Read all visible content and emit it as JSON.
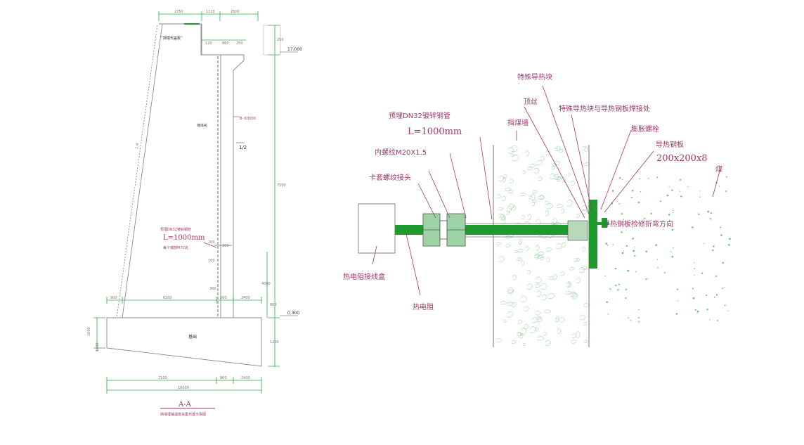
{
  "colors": {
    "background": "#ffffff",
    "green_element": "#1f9a2f",
    "label_magenta": "#9a3a6a",
    "dimension_green": "#2fa84a",
    "outline_gray": "#8a8a8a"
  },
  "section_drawing": {
    "title": "A-A",
    "subtitle": "挡墙埋铺温度采集布置示意图",
    "top_dims": [
      "2750",
      "1120",
      "2600"
    ],
    "second_dims": [
      "120",
      "860",
      "250"
    ],
    "right_dims": [
      "250",
      "7500",
      "4000",
      "800",
      "1200"
    ],
    "bottom_dims": [
      "900",
      "6200",
      "560",
      "2400"
    ],
    "base_dims": [
      "7100",
      "900",
      "2400",
      "10000"
    ],
    "left_dims": [
      "1000",
      "1200"
    ],
    "elevations": [
      "17.000",
      "0.300"
    ],
    "wall_labels": {
      "top_label": "挡墙大盖板",
      "mid_label": "墙体名",
      "ratio": "1:4",
      "elev_b": "B-:63000",
      "foundation": "基础",
      "fraction": "1/2"
    },
    "embed_note": [
      "预埋DN32镀锌钢管",
      "L=1000mm",
      "每个端部M7C处"
    ],
    "small_dims": [
      "200",
      "200",
      "100",
      "300"
    ]
  },
  "detail_drawing": {
    "labels": {
      "pipe": "预埋DN32镀锌钢管",
      "pipe_length": "L=1000mm",
      "thread": "内螺纹M20X1.5",
      "union": "卡套螺纹接头",
      "special_block": "特殊导热块",
      "jack_screw": "顶丝",
      "retaining_wall": "挡煤墙",
      "weld": "特殊导热块与导热钢板焊接处",
      "expansion_bolt": "膨胀螺栓",
      "plate": "导热钢板",
      "plate_size": "200x200x8",
      "coal": "煤",
      "bend": "导热钢板检修折弯方向",
      "junction_box": "热电阻接线盒",
      "thermistor": "热电阻"
    }
  }
}
